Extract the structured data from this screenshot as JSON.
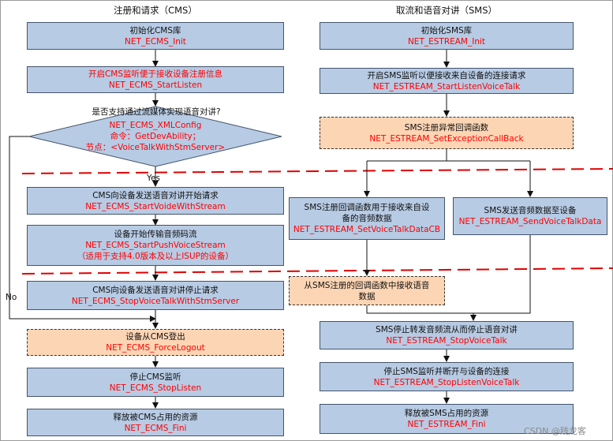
{
  "colors": {
    "box_fill": "#b7cbe4",
    "box_border": "#44546a",
    "highlight_fill": "#fcd5b4",
    "text_red": "#ff0000",
    "text_black": "#111111",
    "separator": "#e00000"
  },
  "left": {
    "title": "注册和请求（CMS）",
    "steps": [
      {
        "lines": [
          {
            "text": "初始化CMS库",
            "color": "black"
          },
          {
            "text": "NET_ECMS_Init",
            "color": "red"
          }
        ]
      },
      {
        "lines": [
          {
            "text": "开启CMS监听便于接收设备注册信息",
            "color": "red"
          },
          {
            "text": "NET_ECMS_StartListen",
            "color": "red"
          }
        ]
      },
      {
        "lines": [
          {
            "text": "CMS向设备发送语音对讲开始请求",
            "color": "black"
          },
          {
            "text": "NET_ECMS_StartVoideWithStream",
            "color": "red"
          }
        ]
      },
      {
        "lines": [
          {
            "text": "设备开始传输音频码流",
            "color": "black"
          },
          {
            "text": "NET_ECMS_StartPushVoiceStream",
            "color": "red"
          },
          {
            "text": "（适用于支持4.0版本及以上ISUP的设备）",
            "color": "red"
          }
        ]
      },
      {
        "lines": [
          {
            "text": "CMS向设备发送语音对讲停止请求",
            "color": "black"
          },
          {
            "text": "NET_ECMS_StopVoiceTalkWithStmServer",
            "color": "red"
          }
        ]
      },
      {
        "lines": [
          {
            "text": "设备从CMS登出",
            "color": "black"
          },
          {
            "text": "NET_ECMS_ForceLogout",
            "color": "red"
          }
        ]
      },
      {
        "lines": [
          {
            "text": "停止CMS监听",
            "color": "black"
          },
          {
            "text": "NET_ECMS_StopListen",
            "color": "red"
          }
        ]
      },
      {
        "lines": [
          {
            "text": "释放被CMS占用的资源",
            "color": "black"
          },
          {
            "text": "NET_ECMS_Fini",
            "color": "red"
          }
        ]
      }
    ],
    "decision": {
      "question": "是否支持通过流媒体实现语音对讲?",
      "lines": [
        {
          "text": "NET_ECMS_XMLConfig",
          "color": "red"
        },
        {
          "text": "命令：GetDevAbility；",
          "color": "red"
        },
        {
          "text": "节点：<VoiceTalkWithStmServer>",
          "color": "red"
        }
      ],
      "yes_label": "Yes",
      "no_label": "No"
    }
  },
  "right": {
    "title": "取流和语音对讲（SMS）",
    "steps": [
      {
        "lines": [
          {
            "text": "初始化SMS库",
            "color": "black"
          },
          {
            "text": "NET_ESTREAM_Init",
            "color": "red"
          }
        ]
      },
      {
        "lines": [
          {
            "text": "开启SMS监听以便接收来自设备的连接请求",
            "color": "black"
          },
          {
            "text": "NET_ESTREAM_StartListenVoiceTalk",
            "color": "red"
          }
        ]
      },
      {
        "lines": [
          {
            "text": "SMS注册异常回调函数",
            "color": "black"
          },
          {
            "text": "NET_ESTREAM_SetExceptionCallBack",
            "color": "red"
          }
        ]
      },
      {
        "lines": [
          {
            "text": "SMS注册回调函数用于接收来自设",
            "color": "black"
          },
          {
            "text": "备的音频数据",
            "color": "black"
          },
          {
            "text": "NET_ESTREAM_SetVoiceTalkDataCB",
            "color": "red"
          }
        ]
      },
      {
        "lines": [
          {
            "text": "SMS发送音频数据至设备",
            "color": "black"
          },
          {
            "text": "NET_ESTREAM_SendVoiceTalkData",
            "color": "red"
          }
        ]
      },
      {
        "lines": [
          {
            "text": "从SMS注册的回调函数中接收语音",
            "color": "black"
          },
          {
            "text": "数据",
            "color": "black"
          }
        ]
      },
      {
        "lines": [
          {
            "text": "SMS停止转发音频流从而停止语音对讲",
            "color": "black"
          },
          {
            "text": "NET_ESTREAM_StopVoiceTalk",
            "color": "red"
          }
        ]
      },
      {
        "lines": [
          {
            "text": "停止SMS监听并断开与设备的连接",
            "color": "black"
          },
          {
            "text": "NET_ESTREAM_StopListenVoiceTalk",
            "color": "red"
          }
        ]
      },
      {
        "lines": [
          {
            "text": "释放被SMS占用的资源",
            "color": "black"
          },
          {
            "text": "NET_ESTREAM_Fini",
            "color": "red"
          }
        ]
      }
    ]
  },
  "watermark": "CSDN @践龙客"
}
